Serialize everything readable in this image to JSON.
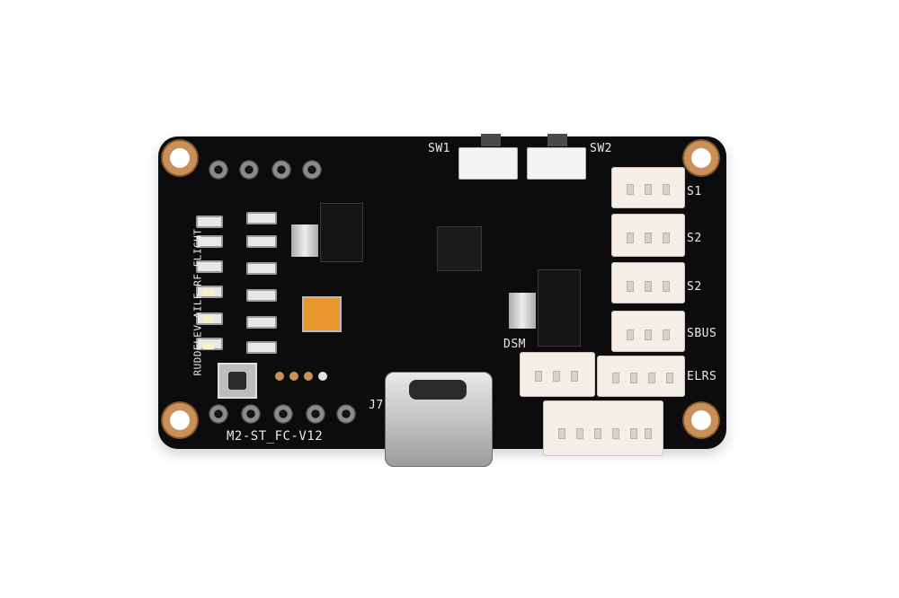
{
  "board": {
    "name": "M2-ST_FC-V12",
    "switch_labels": [
      "SW1",
      "SW2"
    ],
    "connector_labels": [
      "S1",
      "S2",
      "S2",
      "SBUS",
      "ELRS"
    ],
    "other_labels": {
      "dsm": "DSM",
      "usb": "J7",
      "flight_modes": "RUDDELEV AILE RF FLIGHT"
    },
    "colors": {
      "pcb": "#0c0c0e",
      "silkscreen": "#e9e9e9",
      "copper": "#c9905a",
      "connector": "#f3efe7",
      "tantalum": "#e7962f"
    }
  }
}
